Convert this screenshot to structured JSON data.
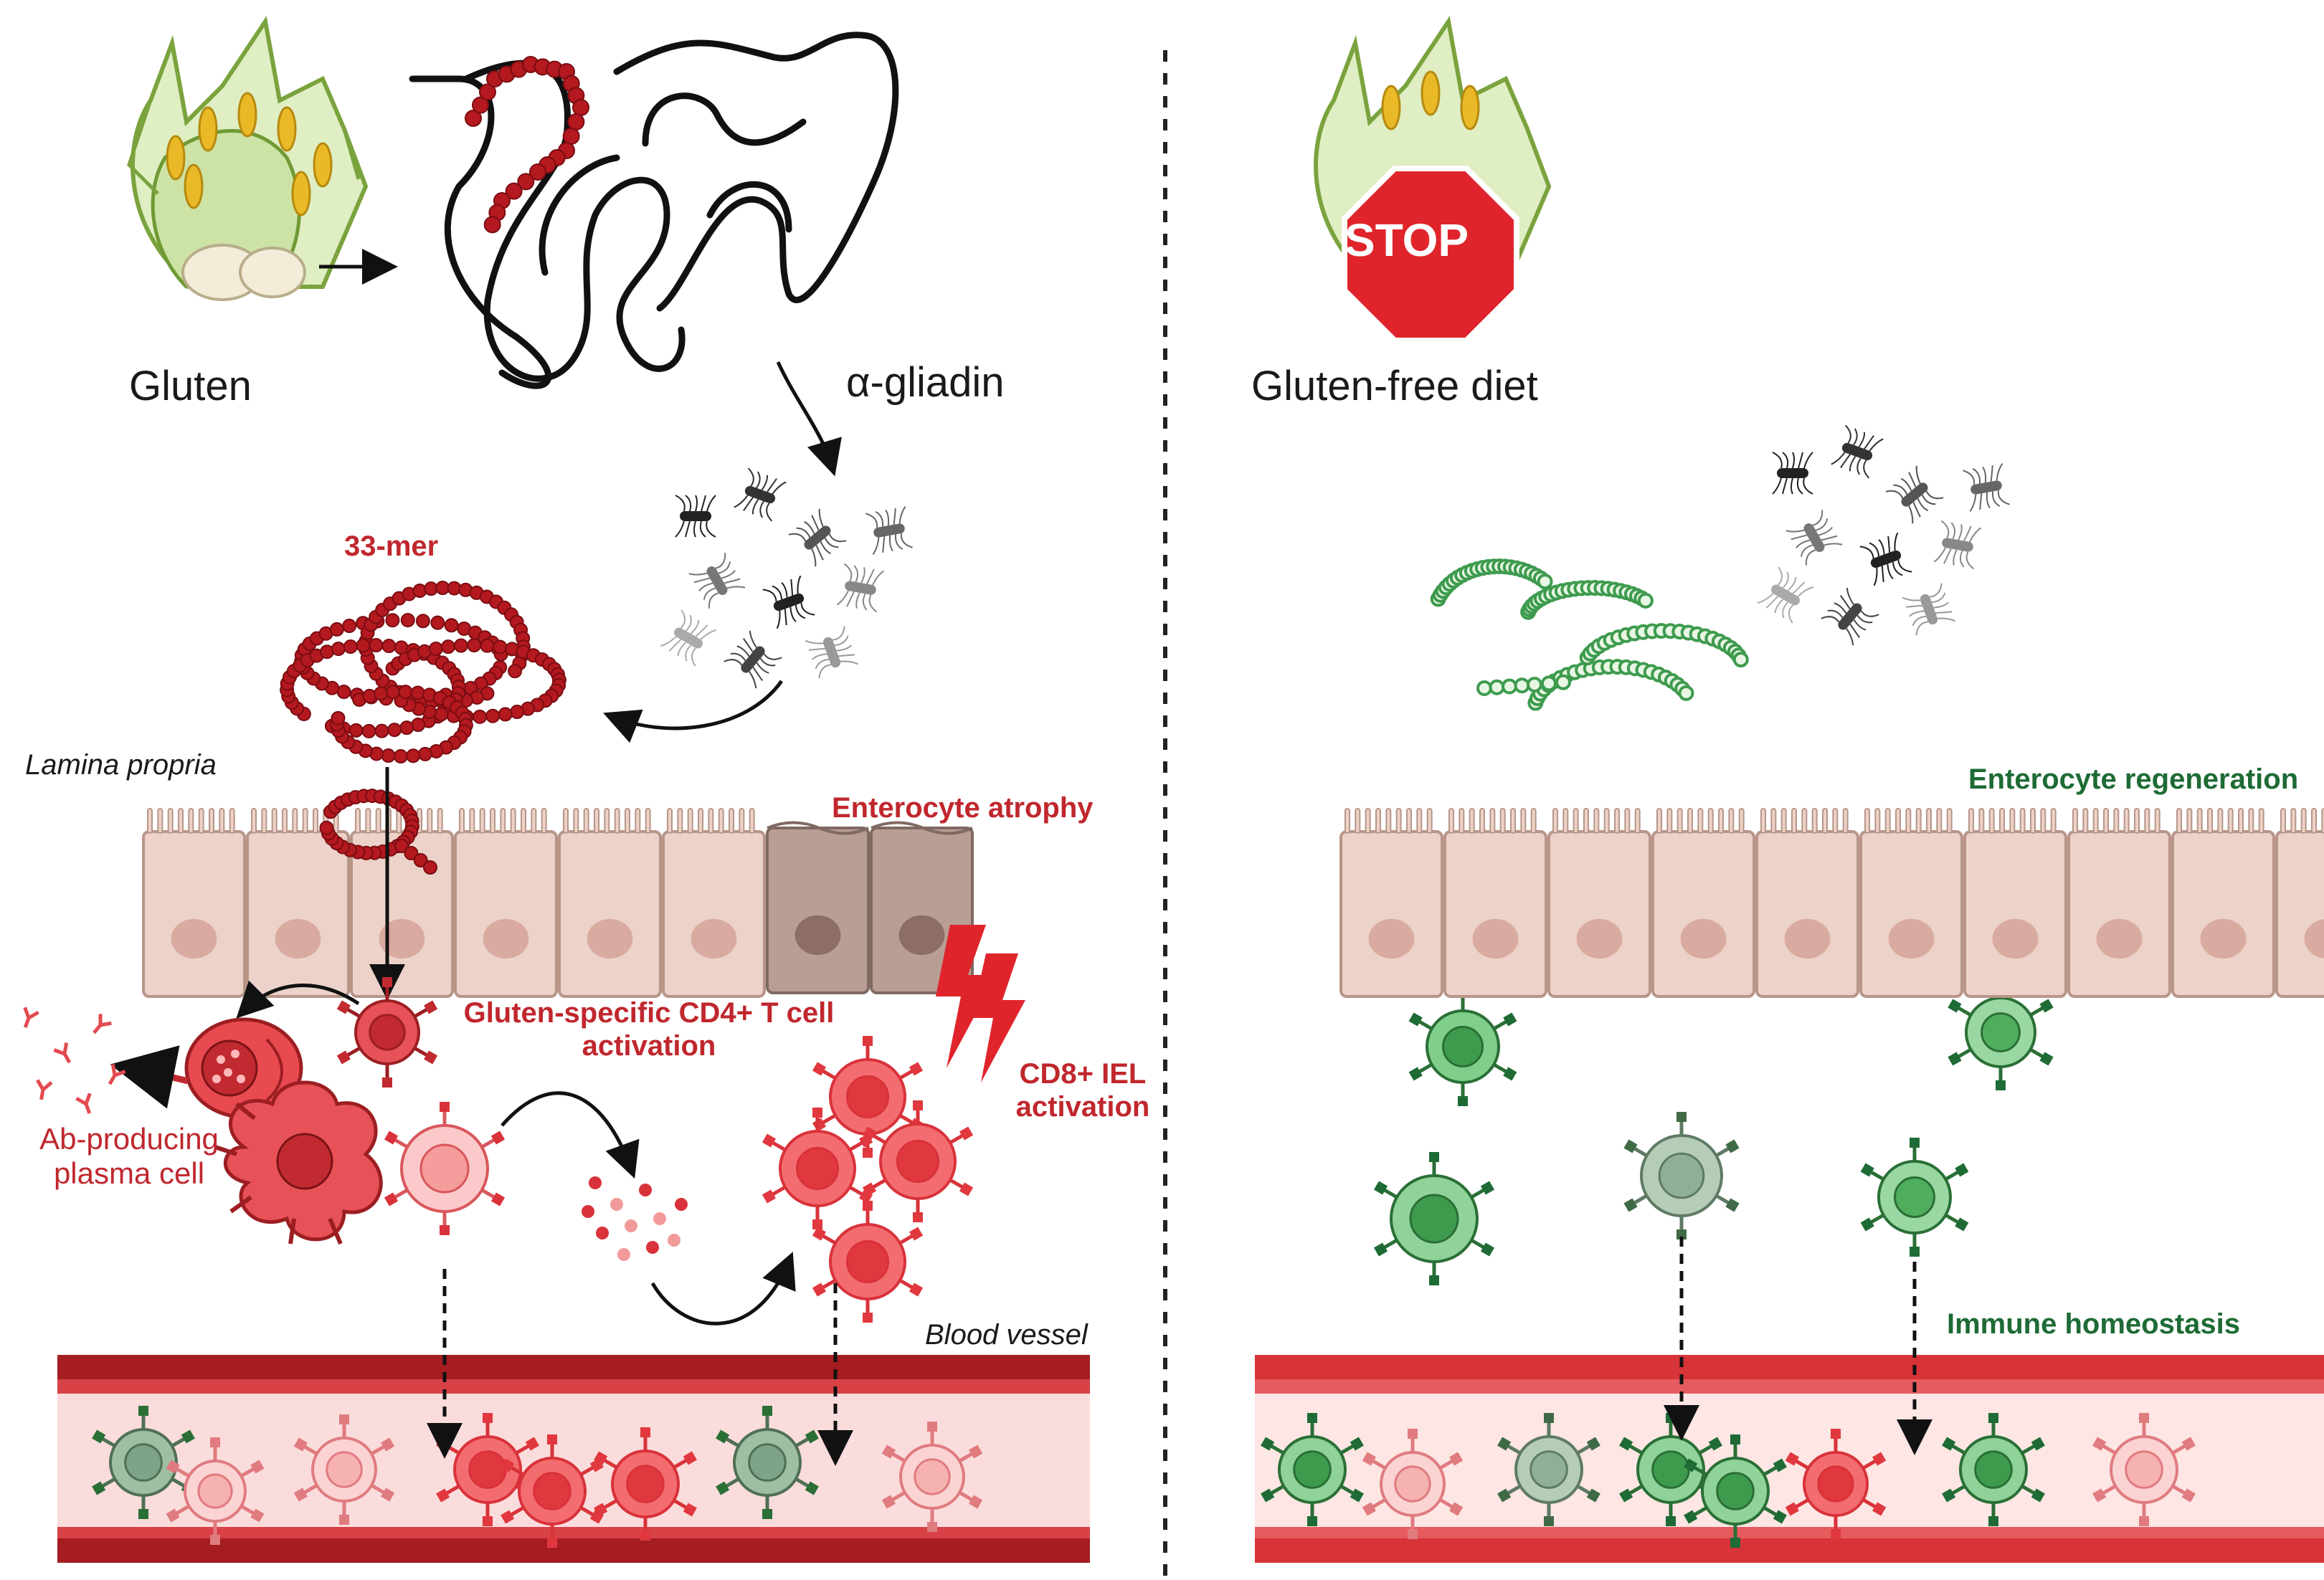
{
  "left_panel": {
    "gluten_label": "Gluten",
    "gliadin_label": "α-gliadin",
    "mer_label": "33-mer",
    "lamina_label": "Lamina propria",
    "atrophy_label": "Enterocyte atrophy",
    "cd4_label_line1": "Gluten-specific CD4+ T cell",
    "cd4_label_line2": "activation",
    "cd8_label_line1": "CD8+ IEL",
    "cd8_label_line2": "activation",
    "plasma_label_line1": "Ab-producing",
    "plasma_label_line2": "plasma cell",
    "blood_label": "Blood vessel"
  },
  "right_panel": {
    "stop_sign_text": "STOP",
    "diet_label": "Gluten-free diet",
    "regeneration_label": "Enterocyte regeneration",
    "homeostasis_label": "Immune homeostasis"
  },
  "colors": {
    "red_text": "#c0272d",
    "green_text": "#1e6b35",
    "enterocyte": "#ecd2c8",
    "atrophic_enterocyte": "#b89e94",
    "blood_vessel": "#a51d21",
    "vessel_lumen": "#fbdcdc",
    "peptide_red": "#b3191f",
    "peptide_green": "#3e9b4e"
  }
}
